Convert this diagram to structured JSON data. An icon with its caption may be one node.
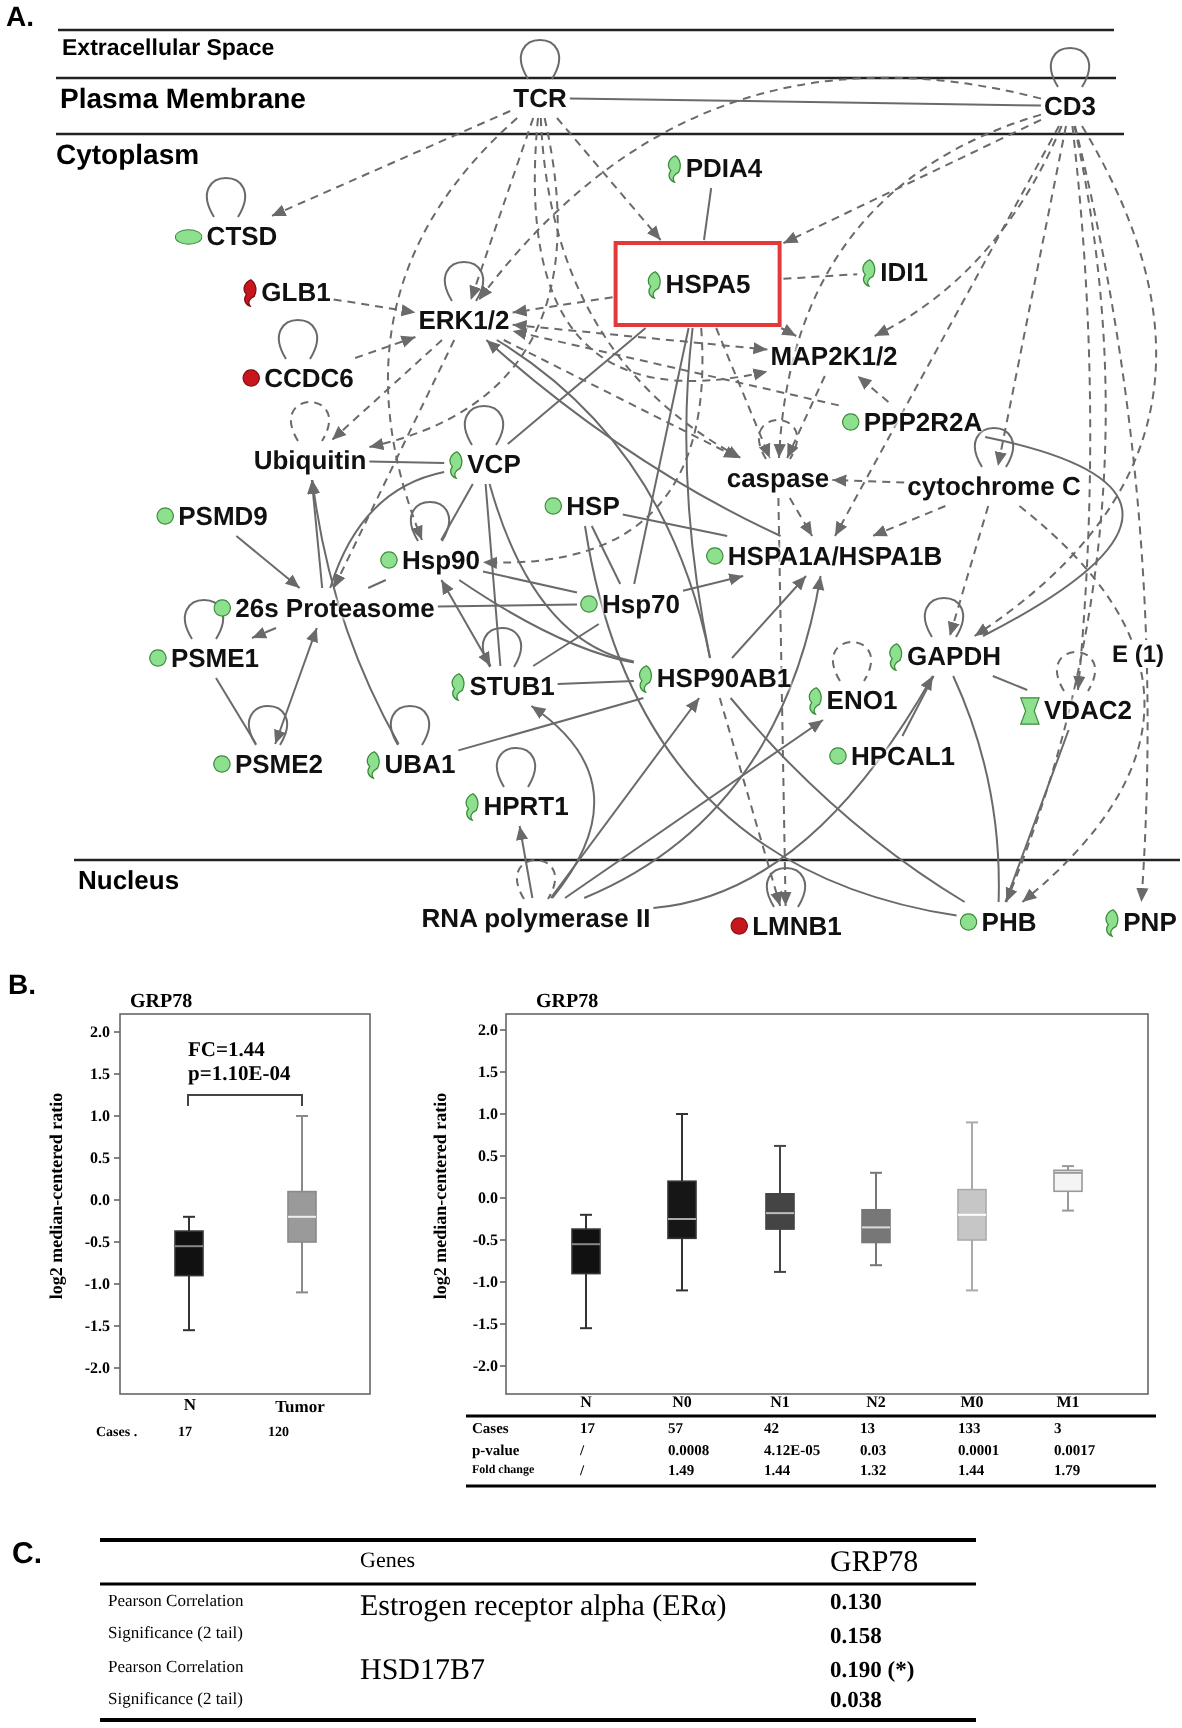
{
  "diagram": {
    "nodes": [
      {
        "text": [
          "TCR"
        ]
      },
      {
        "text": [
          "CD3"
        ]
      },
      {
        "text": [
          "PDIA4"
        ]
      },
      {
        "text": [
          "HSPA5"
        ]
      },
      {
        "text": [
          "IDI1"
        ]
      },
      {
        "text": [
          "CTSD"
        ]
      },
      {
        "text": [
          "GLB1"
        ]
      },
      {
        "text": [
          "ERK1/2"
        ]
      },
      {
        "text": [
          "MAP2K1/2"
        ]
      },
      {
        "text": [
          "CCDC6"
        ]
      },
      {
        "text": [
          "PPP2R2A"
        ]
      },
      {
        "text": [
          "Ubiquitin"
        ]
      },
      {
        "text": [
          "VCP"
        ]
      },
      {
        "text": [
          "caspase"
        ]
      },
      {
        "text": [
          "cytochrome C"
        ]
      },
      {
        "text": [
          "HSP"
        ]
      },
      {
        "text": [
          "PSMD9"
        ]
      },
      {
        "text": [
          "Hsp90"
        ]
      },
      {
        "text": [
          "HSPA1A/HSPA1B"
        ]
      },
      {
        "text": [
          "26s Proteasome"
        ]
      },
      {
        "text": [
          "Hsp70"
        ]
      },
      {
        "text": [
          "PSME1"
        ]
      },
      {
        "text": [
          "HSP90AB1"
        ]
      },
      {
        "text": [
          "GAPDH"
        ]
      },
      {
        "text": [
          "STUB1"
        ]
      },
      {
        "text": [
          "ENO1"
        ]
      },
      {
        "text": [
          "VDAC2"
        ]
      },
      {
        "text": [
          "HPCAL1"
        ]
      },
      {
        "text": [
          "PSME2"
        ]
      },
      {
        "text": [
          "UBA1"
        ]
      },
      {
        "text": [
          "HPRT1"
        ]
      },
      {
        "text": [
          "RNA polymerase II"
        ]
      },
      {
        "text": [
          "LMNB1"
        ]
      },
      {
        "text": [
          "PHB"
        ]
      },
      {
        "text": [
          "PNP"
        ]
      }
    ],
    "edges": [
      {
        "from": 0,
        "to": 5,
        "arrow": "to",
        "style": "dashed"
      },
      {
        "from": 0,
        "to": 7,
        "arrow": "to",
        "style": "dashed"
      },
      {
        "from": 0,
        "to": 1,
        "arrow": "none"
      },
      {
        "from": 0,
        "to": 3,
        "arrow": "to",
        "style": "dashed"
      },
      {
        "from": 0,
        "to": 8,
        "arrow": "to",
        "style": "dashed"
      },
      {
        "from": 0,
        "to": 13,
        "arrow": "to",
        "style": "dashed"
      },
      {
        "from": 0,
        "to": 17,
        "arrow": "to",
        "style": "dashed"
      },
      {
        "from": 0,
        "to": 11,
        "arrow": "to",
        "style": "dashed"
      },
      {
        "from": 1,
        "to": 3,
        "arrow": "to",
        "style": "dashed"
      },
      {
        "from": 1,
        "to": 7,
        "arrow": "to",
        "style": "dashed"
      },
      {
        "from": 1,
        "to": 13,
        "arrow": "to",
        "style": "dashed"
      },
      {
        "from": 1,
        "to": 14,
        "arrow": "to",
        "style": "dashed"
      },
      {
        "from": 1,
        "to": 18,
        "arrow": "to",
        "style": "dashed"
      },
      {
        "from": 1,
        "to": 23,
        "arrow": "to",
        "style": "dashed"
      },
      {
        "from": 1,
        "to": 26,
        "arrow": "to",
        "style": "dashed"
      },
      {
        "from": 1,
        "to": 33,
        "arrow": "to",
        "style": "dashed"
      },
      {
        "from": 1,
        "to": 34,
        "arrow": "to",
        "style": "dashed"
      },
      {
        "from": 1,
        "to": 8,
        "arrow": "to",
        "style": "dashed"
      },
      {
        "from": 2,
        "to": 3,
        "arrow": "none"
      },
      {
        "from": 3,
        "to": 7,
        "arrow": "to",
        "style": "dashed"
      },
      {
        "from": 3,
        "to": 4,
        "arrow": "none",
        "style": "dashed"
      },
      {
        "from": 3,
        "to": 8,
        "arrow": "to",
        "style": "dashed"
      },
      {
        "from": 3,
        "to": 13,
        "arrow": "to",
        "style": "dashed"
      },
      {
        "from": 3,
        "to": 12,
        "arrow": "none"
      },
      {
        "from": 3,
        "to": 20,
        "arrow": "none"
      },
      {
        "from": 3,
        "to": 22,
        "arrow": "none"
      },
      {
        "from": 3,
        "to": 17,
        "arrow": "to",
        "style": "dashed"
      },
      {
        "from": 6,
        "to": 7,
        "arrow": "to",
        "style": "dashed"
      },
      {
        "from": 9,
        "to": 7,
        "arrow": "to",
        "style": "dashed"
      },
      {
        "from": 7,
        "to": 11,
        "arrow": "to",
        "style": "dashed"
      },
      {
        "from": 7,
        "to": 19,
        "arrow": "to",
        "style": "dashed"
      },
      {
        "from": 7,
        "to": 8,
        "arrow": "both",
        "style": "dashed"
      },
      {
        "from": 10,
        "to": 7,
        "arrow": "to",
        "style": "dashed"
      },
      {
        "from": 10,
        "to": 8,
        "arrow": "to",
        "style": "dashed"
      },
      {
        "from": 7,
        "to": 13,
        "arrow": "to",
        "style": "dashed"
      },
      {
        "from": 18,
        "to": 7,
        "arrow": "to"
      },
      {
        "from": 22,
        "to": 7,
        "arrow": "none"
      },
      {
        "from": 11,
        "to": 12,
        "arrow": "none"
      },
      {
        "from": 8,
        "to": 13,
        "arrow": "to",
        "style": "dashed"
      },
      {
        "from": 10,
        "to": 23,
        "arrow": "none"
      },
      {
        "from": 13,
        "to": 18,
        "arrow": "to",
        "style": "dashed"
      },
      {
        "from": 14,
        "to": 18,
        "arrow": "to",
        "style": "dashed"
      },
      {
        "from": 14,
        "to": 23,
        "arrow": "to",
        "style": "dashed"
      },
      {
        "from": 14,
        "to": 13,
        "arrow": "to",
        "style": "dashed"
      },
      {
        "from": 13,
        "to": 32,
        "arrow": "to",
        "style": "dashed"
      },
      {
        "from": 15,
        "to": 18,
        "arrow": "none"
      },
      {
        "from": 15,
        "to": 20,
        "arrow": "none"
      },
      {
        "from": 16,
        "to": 19,
        "arrow": "to"
      },
      {
        "from": 19,
        "to": 21,
        "arrow": "to"
      },
      {
        "from": 21,
        "to": 28,
        "arrow": "none"
      },
      {
        "from": 28,
        "to": 19,
        "arrow": "both"
      },
      {
        "from": 19,
        "to": 11,
        "arrow": "to"
      },
      {
        "from": 29,
        "to": 11,
        "arrow": "to"
      },
      {
        "from": 19,
        "to": 12,
        "arrow": "none"
      },
      {
        "from": 19,
        "to": 17,
        "arrow": "none"
      },
      {
        "from": 19,
        "to": 20,
        "arrow": "none"
      },
      {
        "from": 17,
        "to": 24,
        "arrow": "both"
      },
      {
        "from": 12,
        "to": 24,
        "arrow": "none"
      },
      {
        "from": 12,
        "to": 17,
        "arrow": "none"
      },
      {
        "from": 12,
        "to": 22,
        "arrow": "none"
      },
      {
        "from": 24,
        "to": 20,
        "arrow": "none"
      },
      {
        "from": 24,
        "to": 22,
        "arrow": "none"
      },
      {
        "from": 29,
        "to": 22,
        "arrow": "none"
      },
      {
        "from": 31,
        "to": 30,
        "arrow": "to"
      },
      {
        "from": 31,
        "to": 22,
        "arrow": "to"
      },
      {
        "from": 31,
        "to": 18,
        "arrow": "to"
      },
      {
        "from": 31,
        "to": 23,
        "arrow": "to"
      },
      {
        "from": 31,
        "to": 25,
        "arrow": "to"
      },
      {
        "from": 31,
        "to": 24,
        "arrow": "to"
      },
      {
        "from": 17,
        "to": 22,
        "arrow": "none"
      },
      {
        "from": 17,
        "to": 20,
        "arrow": "none"
      },
      {
        "from": 20,
        "to": 18,
        "arrow": "to"
      },
      {
        "from": 22,
        "to": 18,
        "arrow": "to"
      },
      {
        "from": 22,
        "to": 32,
        "arrow": "to",
        "style": "dashed"
      },
      {
        "from": 22,
        "to": 33,
        "arrow": "none"
      },
      {
        "from": 23,
        "to": 27,
        "arrow": "none"
      },
      {
        "from": 23,
        "to": 33,
        "arrow": "none"
      },
      {
        "from": 23,
        "to": 26,
        "arrow": "none"
      },
      {
        "from": 26,
        "to": 33,
        "arrow": "none"
      },
      {
        "from": 14,
        "to": 33,
        "arrow": "to",
        "style": "dashed"
      },
      {
        "from": 15,
        "to": 33,
        "arrow": "none"
      },
      {
        "from": 0,
        "to": 0,
        "arrow": "none"
      },
      {
        "from": 1,
        "to": 1,
        "arrow": "none"
      },
      {
        "from": 5,
        "to": 5,
        "arrow": "none"
      },
      {
        "from": 7,
        "to": 7,
        "arrow": "none"
      },
      {
        "from": 9,
        "to": 9,
        "arrow": "none"
      },
      {
        "from": 11,
        "to": 11,
        "arrow": "none",
        "style": "dashed"
      },
      {
        "from": 12,
        "to": 12,
        "arrow": "none"
      },
      {
        "from": 13,
        "to": 13,
        "arrow": "none",
        "style": "dashed"
      },
      {
        "from": 14,
        "to": 14,
        "arrow": "none"
      },
      {
        "from": 17,
        "to": 17,
        "arrow": "none"
      },
      {
        "from": 21,
        "to": 21,
        "arrow": "none"
      },
      {
        "from": 23,
        "to": 23,
        "arrow": "none"
      },
      {
        "from": 24,
        "to": 24,
        "arrow": "none"
      },
      {
        "from": 25,
        "to": 25,
        "arrow": "none",
        "style": "dashed"
      },
      {
        "from": 26,
        "to": 26,
        "arrow": "none",
        "style": "dashed",
        "label": "E (1)"
      },
      {
        "from": 28,
        "to": 28,
        "arrow": "none"
      },
      {
        "from": 29,
        "to": 29,
        "arrow": "none"
      },
      {
        "from": 30,
        "to": 30,
        "arrow": "none"
      },
      {
        "from": 31,
        "to": 31,
        "arrow": "none",
        "style": "dashed"
      },
      {
        "from": 32,
        "to": 32,
        "arrow": "none"
      }
    ],
    "labels": [
      "A.",
      "Extracellular Space",
      "Plasma Membrane",
      "Cytoplasm",
      "Nucleus",
      "B.",
      "GRP78",
      "FC=1.44",
      "p=1.10E-04",
      "2.0",
      "1.5",
      "1.0",
      "0.5",
      "0.0",
      "-0.5",
      "-1.0",
      "-1.5",
      "-2.0",
      "log2 median-centered ratio",
      "N",
      "Tumor",
      "Cases .",
      "17",
      "120",
      "GRP78",
      "2.0",
      "1.5",
      "1.0",
      "0.5",
      "0.0",
      "-0.5",
      "-1.0",
      "-1.5",
      "-2.0",
      "log2 median-centered ratio",
      "N",
      "N0",
      "N1",
      "N2",
      "M0",
      "M1",
      "Cases",
      "17",
      "57",
      "42",
      "13",
      "133",
      "3",
      "p-value",
      "/",
      "0.0008",
      "4.12E-05",
      "0.03",
      "0.0001",
      "0.0017",
      "Fold change",
      "/",
      "1.49",
      "1.44",
      "1.32",
      "1.44",
      "1.79",
      "C.",
      "Genes",
      "GRP78",
      "Pearson Correlation",
      "Estrogen receptor alpha (ERα)",
      "0.130",
      "Significance (2 tail)",
      "0.158",
      "Pearson Correlation",
      "HSD17B7",
      "0.190 (*)",
      "Significance (2 tail)",
      "0.038"
    ]
  }
}
